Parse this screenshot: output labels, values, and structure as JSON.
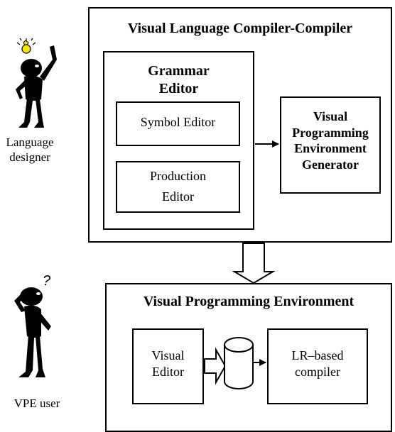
{
  "outer_top": {
    "title": "Visual Language Compiler-Compiler"
  },
  "grammar_editor": {
    "title": "Grammar\nEditor",
    "symbol_editor": "Symbol Editor",
    "production_editor": "Production\nEditor"
  },
  "vpe_generator": {
    "label": "Visual\nProgramming\nEnvironment\nGenerator"
  },
  "outer_bottom": {
    "title": "Visual Programming Environment"
  },
  "visual_editor": {
    "label": "Visual\nEditor"
  },
  "lr_compiler": {
    "label": "LR–based\ncompiler"
  },
  "actors": {
    "designer": "Language\ndesigner",
    "vpe_user": "VPE user"
  },
  "colors": {
    "stroke": "#000000",
    "bulb": "#f2e600",
    "figure": "#000000"
  },
  "icons": {
    "designer": "person-with-lightbulb-icon",
    "vpe_user": "person-with-question-mark-icon",
    "database": "cylinder-database-icon"
  }
}
